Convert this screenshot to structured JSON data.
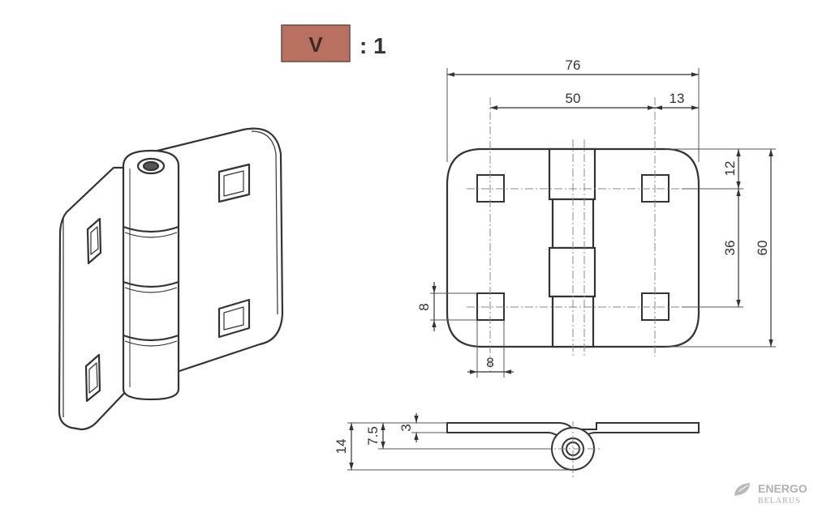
{
  "scale": {
    "letter": "V",
    "ratio": ": 1",
    "badge_color": "#b87060"
  },
  "dimensions": {
    "overall_width": "76",
    "hole_spacing_x": "50",
    "edge_to_hole": "13",
    "edge_to_hole_y": "12",
    "hole_spacing_y": "36",
    "overall_height": "60",
    "hole_size_v": "8",
    "hole_size_h": "8",
    "total_thickness": "14",
    "pin_center": "7.5",
    "leaf_thickness": "3"
  },
  "logo": {
    "line1": "ENERGO",
    "line2": "BELARUS"
  },
  "colors": {
    "line": "#333333",
    "dim_line": "#555555",
    "center_line": "#888888"
  }
}
